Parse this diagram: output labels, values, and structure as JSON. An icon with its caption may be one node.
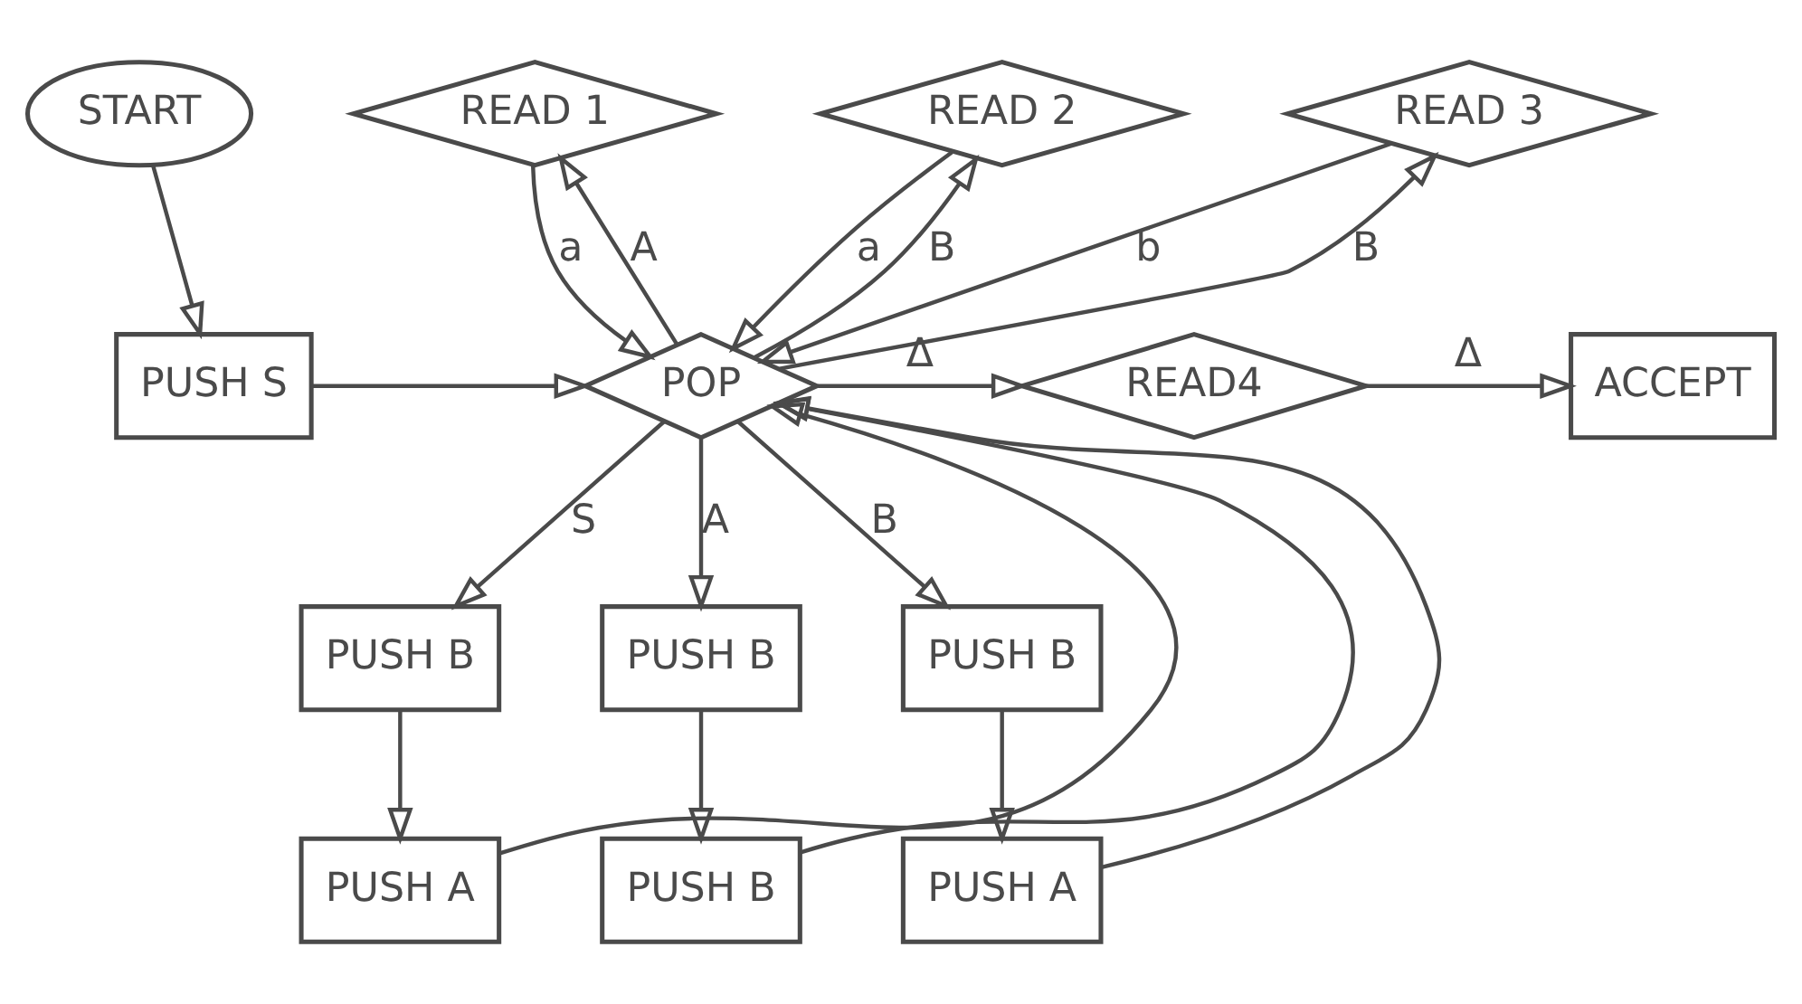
{
  "diagram": {
    "nodes": [
      {
        "text": [
          "START"
        ]
      },
      {
        "text": [
          "PUSH S"
        ]
      },
      {
        "text": [
          "READ 1"
        ]
      },
      {
        "text": [
          "READ 2"
        ]
      },
      {
        "text": [
          "READ 3"
        ]
      },
      {
        "text": [
          "POP"
        ]
      },
      {
        "text": [
          "READ4"
        ]
      },
      {
        "text": [
          "ACCEPT"
        ]
      },
      {
        "text": [
          "PUSH B"
        ]
      },
      {
        "text": [
          "PUSH B"
        ]
      },
      {
        "text": [
          "PUSH B"
        ]
      },
      {
        "text": [
          "PUSH A"
        ]
      },
      {
        "text": [
          "PUSH B"
        ]
      },
      {
        "text": [
          "PUSH A"
        ]
      }
    ],
    "edges": [
      {
        "from": 0,
        "to": 1,
        "arrow": "to"
      },
      {
        "from": 1,
        "to": 5,
        "arrow": "to"
      },
      {
        "from": 5,
        "to": 2,
        "label": "A",
        "arrow": "to"
      },
      {
        "from": 5,
        "to": 3,
        "label": "B",
        "arrow": "to"
      },
      {
        "from": 5,
        "to": 4,
        "label": "B",
        "arrow": "to"
      },
      {
        "from": 5,
        "to": 6,
        "label": "Δ",
        "arrow": "to"
      },
      {
        "from": 6,
        "to": 7,
        "label": "Δ",
        "arrow": "to"
      },
      {
        "from": 5,
        "to": 8,
        "label": "S",
        "arrow": "to"
      },
      {
        "from": 5,
        "to": 9,
        "label": "A",
        "arrow": "to"
      },
      {
        "from": 5,
        "to": 10,
        "label": "B",
        "arrow": "to"
      },
      {
        "from": 8,
        "to": 11,
        "arrow": "to"
      },
      {
        "from": 9,
        "to": 12,
        "arrow": "to"
      },
      {
        "from": 10,
        "to": 13,
        "arrow": "to"
      },
      {
        "from": 2,
        "to": 5,
        "label": "a",
        "arrow": "to"
      },
      {
        "from": 3,
        "to": 5,
        "label": "a",
        "arrow": "to"
      },
      {
        "from": 4,
        "to": 5,
        "label": "b",
        "arrow": "to"
      },
      {
        "from": 11,
        "to": 5,
        "arrow": "to"
      },
      {
        "from": 12,
        "to": 5,
        "arrow": "to"
      },
      {
        "from": 13,
        "to": 5,
        "arrow": "to"
      }
    ]
  }
}
